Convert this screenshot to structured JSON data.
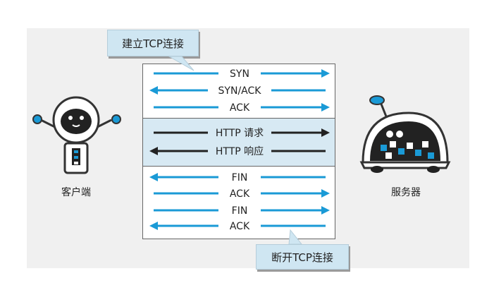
{
  "callouts": {
    "open": "建立TCP连接",
    "close": "断开TCP连接"
  },
  "client": {
    "label": "客户端",
    "icon": "robot-client-icon"
  },
  "server": {
    "label": "服务器",
    "icon": "robot-server-icon"
  },
  "colors": {
    "arrow_blue": "#1a9ad6",
    "arrow_dark": "#222222",
    "callout_bg": "#cfe6f2",
    "http_band": "#d7e9f3",
    "panel_bg": "#f0f0f0"
  },
  "messages": [
    {
      "label": "SYN",
      "direction": "right",
      "color": "blue",
      "group": "handshake"
    },
    {
      "label": "SYN/ACK",
      "direction": "left",
      "color": "blue",
      "group": "handshake"
    },
    {
      "label": "ACK",
      "direction": "right",
      "color": "blue",
      "group": "handshake"
    },
    {
      "label": "HTTP 请求",
      "direction": "right",
      "color": "dark",
      "group": "http"
    },
    {
      "label": "HTTP 响应",
      "direction": "left",
      "color": "dark",
      "group": "http"
    },
    {
      "label": "FIN",
      "direction": "left",
      "color": "blue",
      "group": "teardown"
    },
    {
      "label": "ACK",
      "direction": "right",
      "color": "blue",
      "group": "teardown"
    },
    {
      "label": "FIN",
      "direction": "right",
      "color": "blue",
      "group": "teardown"
    },
    {
      "label": "ACK",
      "direction": "left",
      "color": "blue",
      "group": "teardown"
    }
  ]
}
